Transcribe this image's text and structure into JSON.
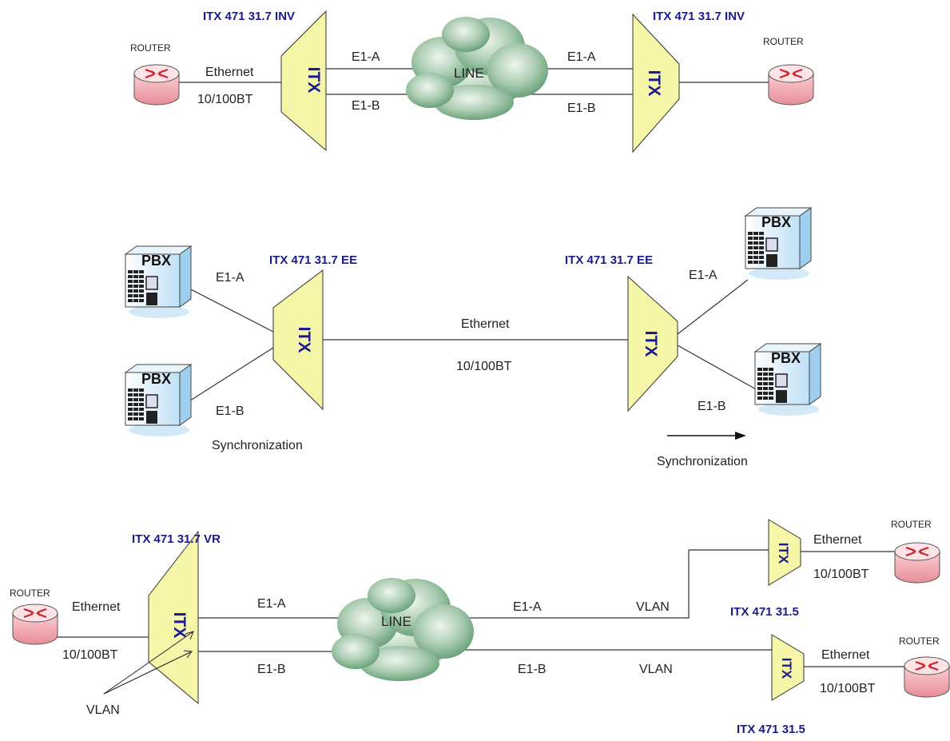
{
  "topology1": {
    "left_device_label": "ITX 471 31.7 INV",
    "right_device_label": "ITX 471 31.7 INV",
    "left_router_label": "ROUTER",
    "right_router_label": "ROUTER",
    "eth_label": "Ethernet",
    "speed_label": "10/100BT",
    "link_a_left": "E1-A",
    "link_b_left": "E1-B",
    "link_a_right": "E1-A",
    "link_b_right": "E1-B",
    "cloud_label": "LINE",
    "itx_left": "ITX",
    "itx_right": "ITX"
  },
  "topology2": {
    "left_device_label": "ITX 471 31.7 EE",
    "right_device_label": "ITX 471 31.7 EE",
    "pbx_labels": [
      "PBX",
      "PBX",
      "PBX",
      "PBX"
    ],
    "left_link_a": "E1-A",
    "left_link_b": "E1-B",
    "right_link_a": "E1-A",
    "right_link_b": "E1-B",
    "eth_label": "Ethernet",
    "speed_label": "10/100BT",
    "sync_left": "Synchronization",
    "sync_right": "Synchronization",
    "itx_left": "ITX",
    "itx_right": "ITX"
  },
  "topology3": {
    "main_device_label": "ITX 471 31.7 VR",
    "remote_top_label": "ITX 471 31.5",
    "remote_bottom_label": "ITX 471 31.5",
    "left_router_label": "ROUTER",
    "right_top_router_label": "ROUTER",
    "right_bottom_router_label": "ROUTER",
    "eth_left": "Ethernet",
    "speed_left": "10/100BT",
    "eth_right_top": "Ethernet",
    "speed_right_top": "10/100BT",
    "eth_right_bottom": "Ethernet",
    "speed_right_bottom": "10/100BT",
    "link_a_left": "E1-A",
    "link_b_left": "E1-B",
    "link_a_right": "E1-A",
    "link_b_right": "E1-B",
    "vlan_top": "VLAN",
    "vlan_bottom": "VLAN",
    "vlan_input": "VLAN",
    "cloud_label": "LINE",
    "itx_main": "ITX",
    "itx_remote_top": "ITX",
    "itx_remote_bottom": "ITX"
  },
  "colors": {
    "mux_fill": "#f6f6a8",
    "device_label": "#1a1a8c",
    "router_body": "#f3a5ad",
    "router_arrows": "#d0202a",
    "cloud": "#8fb89a",
    "pbx_body": "#cfe8f7"
  }
}
